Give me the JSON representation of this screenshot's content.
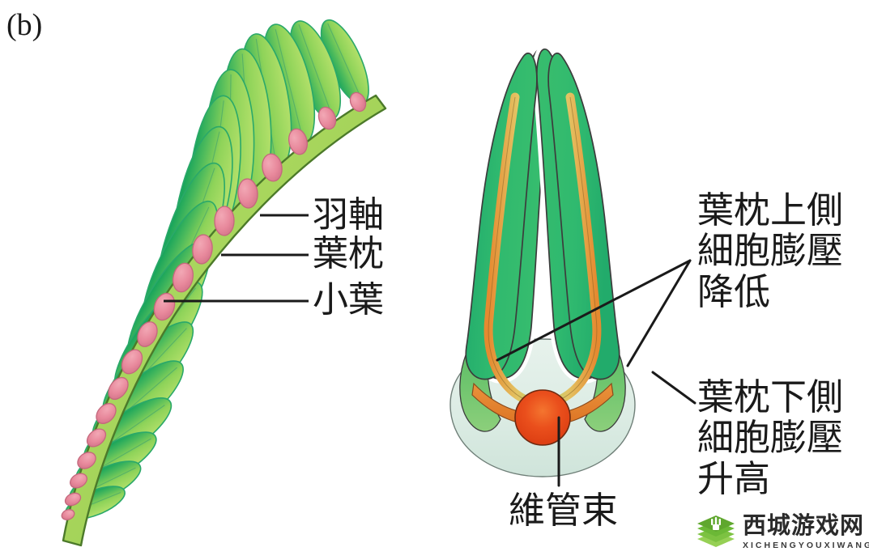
{
  "figure": {
    "panel_label": "(b)",
    "background_color": "#ffffff"
  },
  "left_diagram": {
    "name": "compound-leaf-with-leaflets",
    "labels": [
      {
        "id": "rachis",
        "text": "羽軸",
        "meaning": "rachis"
      },
      {
        "id": "pulvinus",
        "text": "葉枕",
        "meaning": "pulvinus"
      },
      {
        "id": "leaflet",
        "text": "小葉",
        "meaning": "leaflet"
      }
    ],
    "leaflet_count": 18,
    "colors": {
      "leaflet_light": "#9fd859",
      "leaflet_mid": "#6cc45f",
      "leaflet_dark": "#16a45c",
      "leaflet_outline": "#2aa86a",
      "rachis_fill": "#a7d85c",
      "rachis_outline": "#4c7a2a",
      "pulvinus_fill": "#e8899c",
      "pulvinus_outline": "#c96b80",
      "leader_line": "#1a1a1a"
    }
  },
  "right_diagram": {
    "name": "pulvinus-cross-section",
    "labels": [
      {
        "id": "upper-side",
        "text": "葉枕上側\n細胞膨壓\n降低",
        "meaning": "upper side of pulvinus: cell turgor decreases"
      },
      {
        "id": "lower-side",
        "text": "葉枕下側\n細胞膨壓\n升高",
        "meaning": "lower side of pulvinus: cell turgor increases"
      },
      {
        "id": "vascular-bundle",
        "text": "維管束",
        "meaning": "vascular bundle"
      }
    ],
    "colors": {
      "leaflet_fill": "#2eb56b",
      "leaflet_halo": "#ffffff",
      "leaflet_outline": "#3c3c3c",
      "vein": "#1b5e2a",
      "pulvinus_body": "#dcece3",
      "pulvinus_body_edge": "#c3ded1",
      "pulvinus_green": "#66c06a",
      "trace_outer": "#e0822f",
      "trace_inner": "#d9c96a",
      "bundle_core": "#e8441a",
      "bundle_rim": "#ef7a45",
      "leader_line": "#1a1a1a"
    }
  },
  "watermark": {
    "name": "西城游戏网",
    "pinyin": "XICHENGYOUXIWANG",
    "mark_colors": [
      "#5fa72e",
      "#7cc241",
      "#96d055",
      "#b4dd77"
    ],
    "text_color": "#2b2b2b"
  }
}
